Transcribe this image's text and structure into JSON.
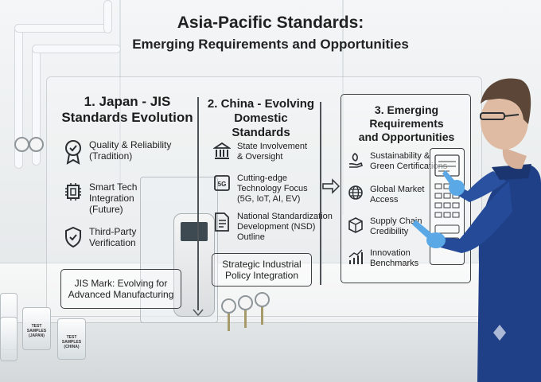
{
  "title": {
    "line1": "Asia-Pacific Standards:",
    "line2": "Emerging Requirements and Opportunities"
  },
  "columns": [
    {
      "heading_line1": "1. Japan - JIS",
      "heading_line2": "Standards Evolution",
      "items": [
        {
          "icon": "award-ribbon-icon",
          "line1": "Quality & Reliability",
          "line2": "(Tradition)"
        },
        {
          "icon": "chip-icon",
          "line1": "Smart Tech",
          "line2": "Integration",
          "line3": "(Future)"
        },
        {
          "icon": "shield-check-icon",
          "line1": "Third-Party",
          "line2": "Verification"
        }
      ],
      "box_line1": "JIS Mark: Evolving for",
      "box_line2": "Advanced Manufacturing"
    },
    {
      "heading_line1": "2. China - Evolving",
      "heading_line2": "Domestic Standards",
      "items": [
        {
          "icon": "government-building-icon",
          "line1": "State Involvement",
          "line2": "& Oversight"
        },
        {
          "icon": "5g-chip-icon",
          "icon_text": "5G",
          "line1": "Cutting-edge",
          "line2": "Technology Focus",
          "line3": "(5G, IoT, AI, EV)"
        },
        {
          "icon": "document-icon",
          "line1": "National Standardization",
          "line2": "Development (NSD)",
          "line3": "Outline"
        }
      ],
      "box_line1": "Strategic Industrial",
      "box_line2": "Policy Integration"
    },
    {
      "heading_line1": "3. Emerging Requirements",
      "heading_line2": "and Opportunities",
      "items": [
        {
          "icon": "leaf-hand-icon",
          "line1": "Sustainability &",
          "line2": "Green Certifications"
        },
        {
          "icon": "globe-icon",
          "line1": "Global Market",
          "line2": "Access"
        },
        {
          "icon": "cube-icon",
          "line1": "Supply Chain",
          "line2": "Credibility"
        },
        {
          "icon": "growth-chart-icon",
          "line1": "Innovation",
          "line2": "Benchmarks"
        }
      ]
    }
  ],
  "samples": {
    "japan_line1": "TEST SAMPLES",
    "japan_line2": "(JAPAN)",
    "china_line1": "TEST SAMPLES",
    "china_line2": "(CHINA)"
  },
  "colors": {
    "lab_coat": "#1f3f86",
    "glove": "#5aa9e6",
    "line_art": "#2b2f31"
  }
}
